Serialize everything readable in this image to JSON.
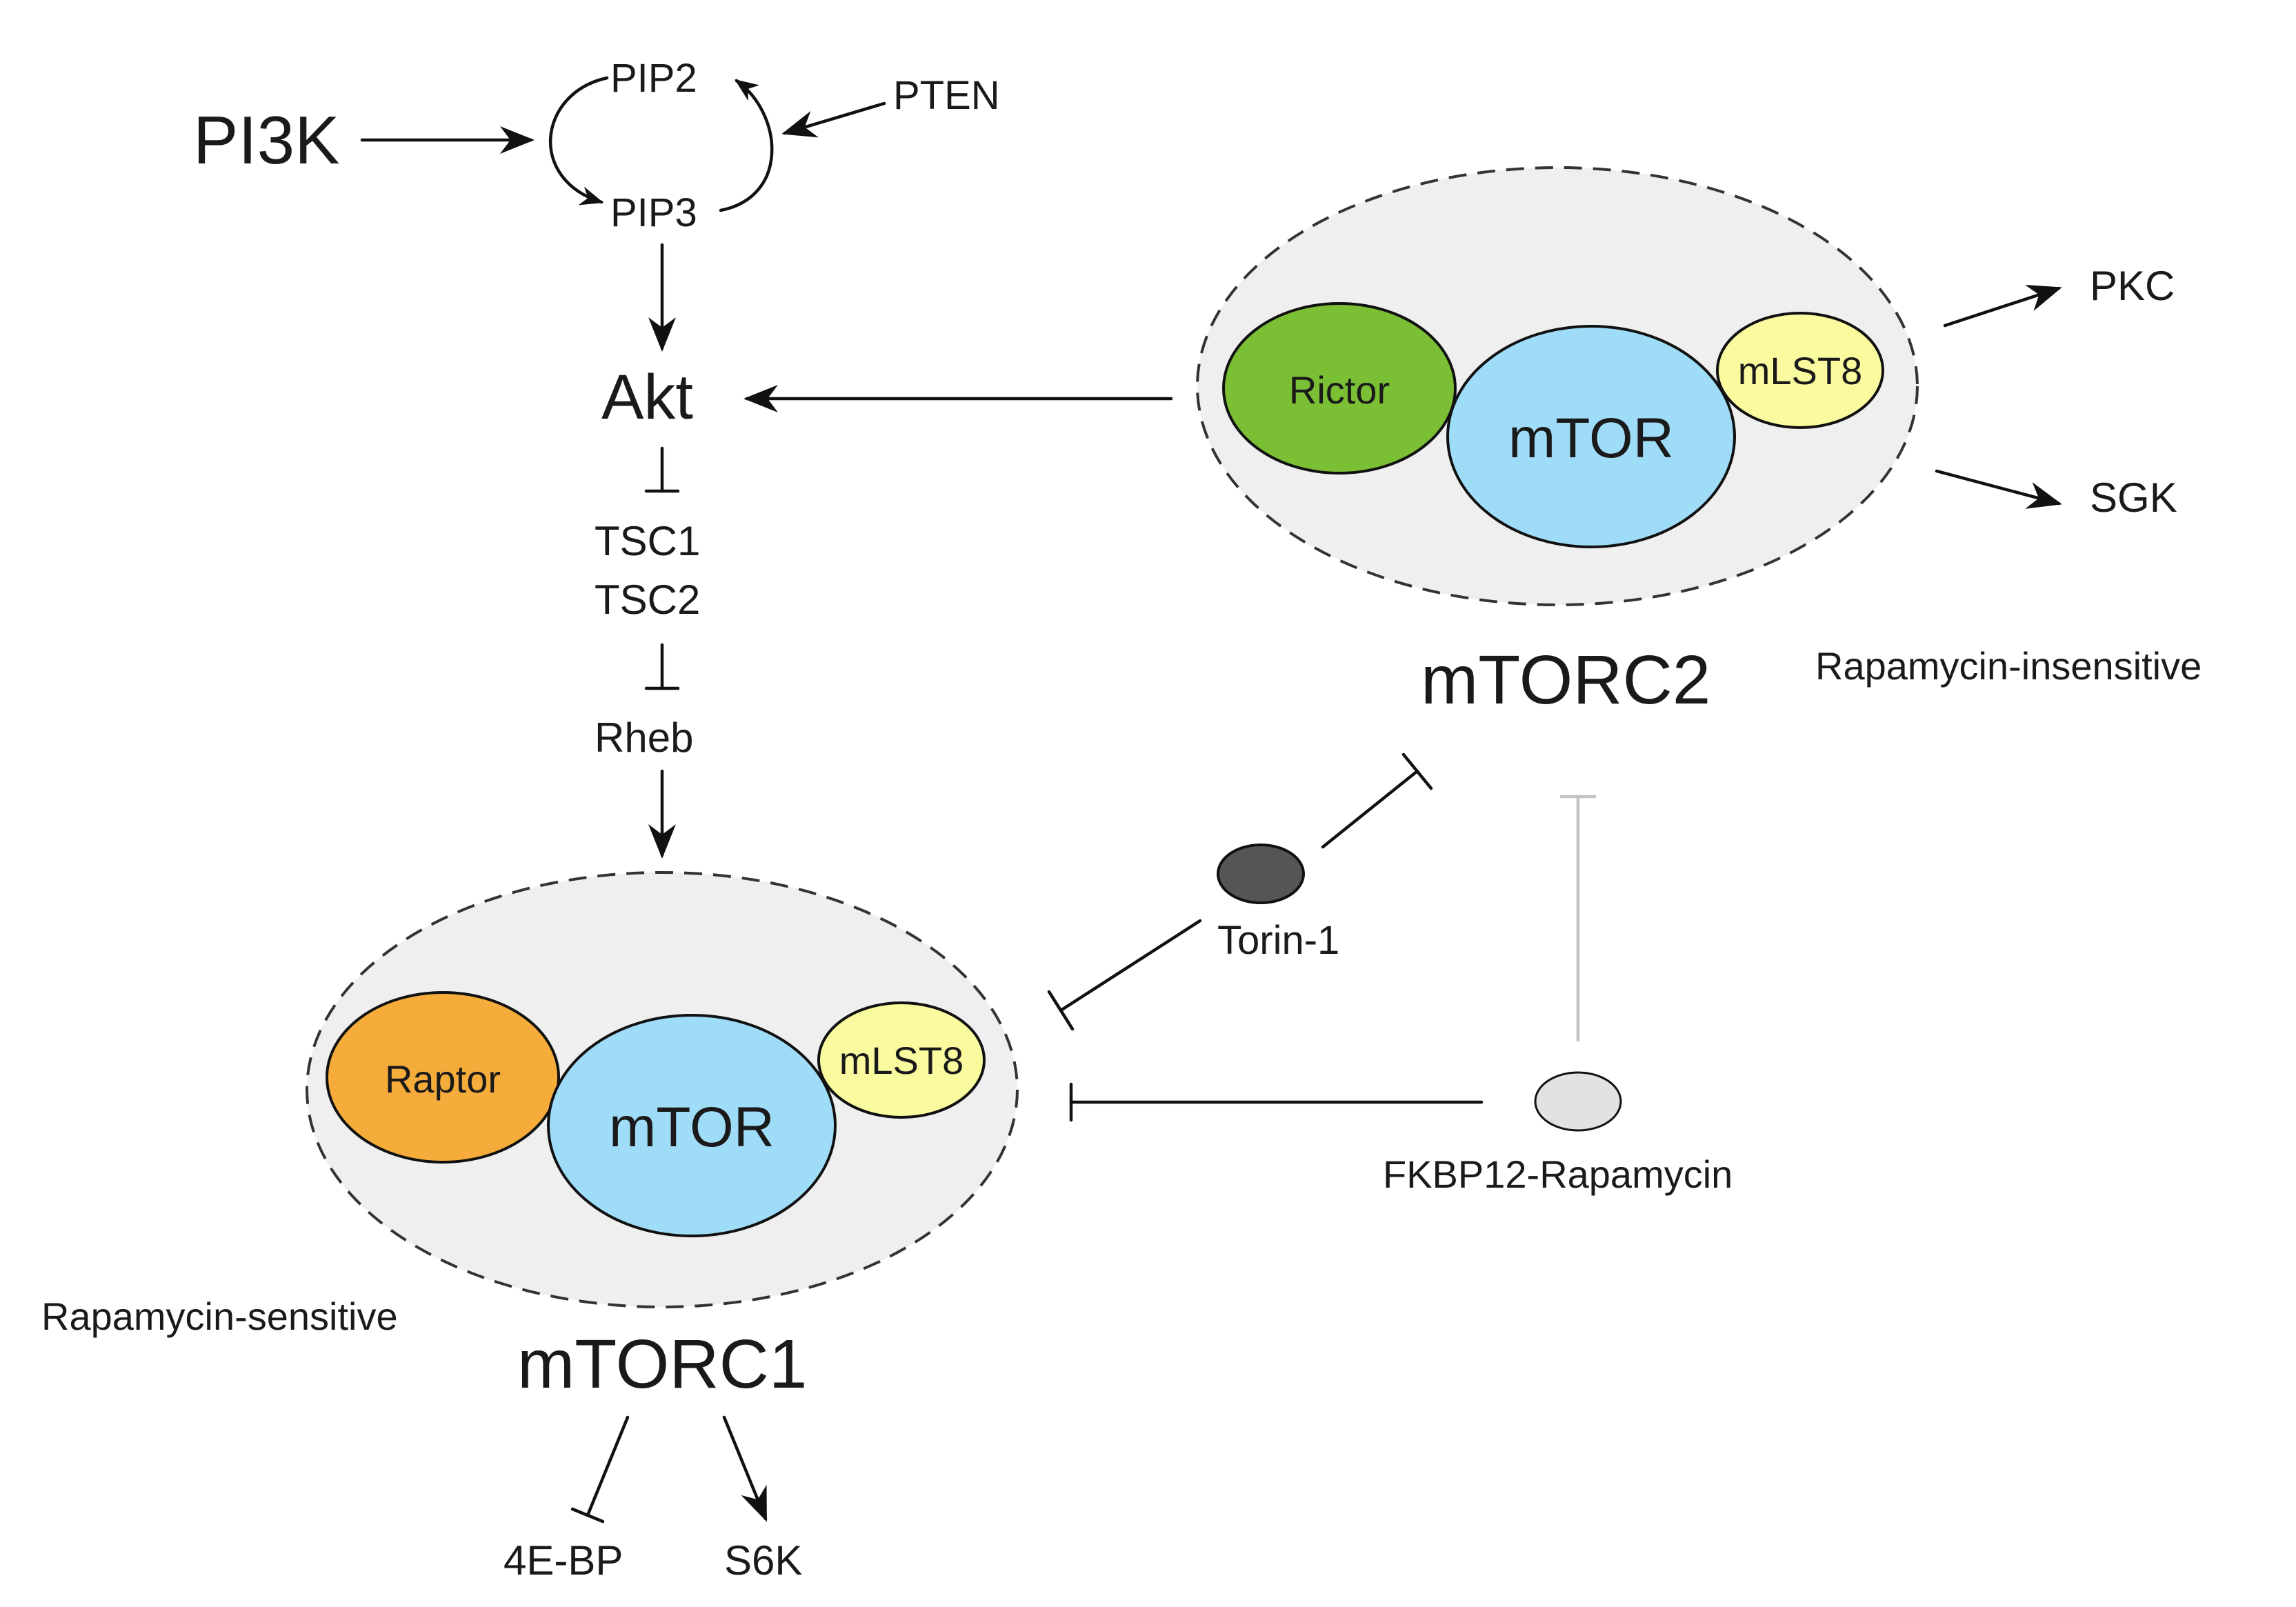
{
  "colors": {
    "rictor": "#7bbf35",
    "raptor": "#f5ac3b",
    "mtor": "#9fdcf8",
    "mlst8": "#fafa9f",
    "torin": "#555555",
    "fkbp12": "#e2e2e2",
    "complex_bg": "#efefef",
    "grey_inhibition": "#c4c4c4"
  },
  "labels": {
    "pi3k": "PI3K",
    "pip2": "PIP2",
    "pip3": "PIP3",
    "pten": "PTEN",
    "akt": "Akt",
    "tsc1": "TSC1",
    "tsc2": "TSC2",
    "rheb": "Rheb",
    "pkc": "PKC",
    "sgk": "SGK",
    "torin": "Torin-1",
    "fkbp": "FKBP12-Rapamycin",
    "eb4": "4E-BP",
    "s6k": "S6K"
  },
  "mtorc2": {
    "name": "mTORC2",
    "note": "Rapamycin-insensitive",
    "rictor": "Rictor",
    "mtor": "mTOR",
    "mlst8": "mLST8"
  },
  "mtorc1": {
    "name": "mTORC1",
    "note": "Rapamycin-sensitive",
    "raptor": "Raptor",
    "mtor": "mTOR",
    "mlst8": "mLST8"
  }
}
